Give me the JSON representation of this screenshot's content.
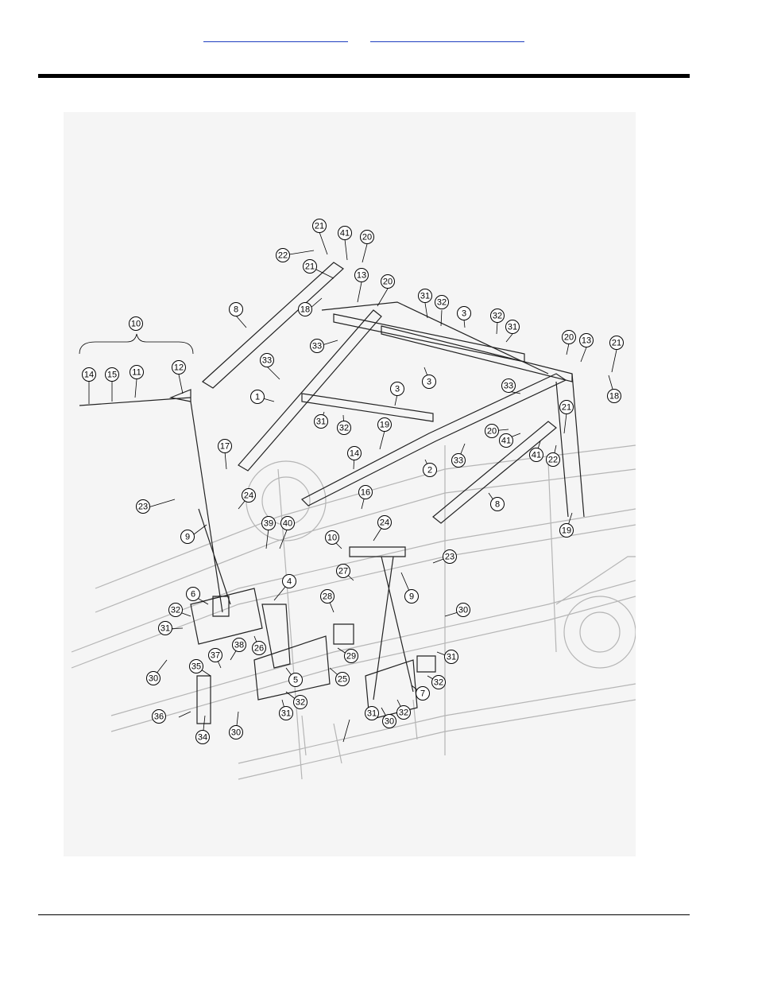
{
  "header": {
    "links": [
      {
        "label": ""
      },
      {
        "label": ""
      }
    ]
  },
  "diagram": {
    "bracket_label": "10",
    "callouts": [
      {
        "n": "21"
      },
      {
        "n": "41"
      },
      {
        "n": "20"
      },
      {
        "n": "22"
      },
      {
        "n": "21"
      },
      {
        "n": "13"
      },
      {
        "n": "20"
      },
      {
        "n": "18"
      },
      {
        "n": "8"
      },
      {
        "n": "31"
      },
      {
        "n": "32"
      },
      {
        "n": "3"
      },
      {
        "n": "32"
      },
      {
        "n": "31"
      },
      {
        "n": "33"
      },
      {
        "n": "20"
      },
      {
        "n": "13"
      },
      {
        "n": "21"
      },
      {
        "n": "3"
      },
      {
        "n": "18"
      },
      {
        "n": "33"
      },
      {
        "n": "3"
      },
      {
        "n": "33"
      },
      {
        "n": "14"
      },
      {
        "n": "15"
      },
      {
        "n": "11"
      },
      {
        "n": "12"
      },
      {
        "n": "1"
      },
      {
        "n": "31"
      },
      {
        "n": "32"
      },
      {
        "n": "19"
      },
      {
        "n": "20"
      },
      {
        "n": "41"
      },
      {
        "n": "21"
      },
      {
        "n": "41"
      },
      {
        "n": "22"
      },
      {
        "n": "2"
      },
      {
        "n": "33"
      },
      {
        "n": "17"
      },
      {
        "n": "14"
      },
      {
        "n": "16"
      },
      {
        "n": "23"
      },
      {
        "n": "24"
      },
      {
        "n": "8"
      },
      {
        "n": "9"
      },
      {
        "n": "19"
      },
      {
        "n": "39"
      },
      {
        "n": "40"
      },
      {
        "n": "24"
      },
      {
        "n": "10"
      },
      {
        "n": "23"
      },
      {
        "n": "27"
      },
      {
        "n": "4"
      },
      {
        "n": "9"
      },
      {
        "n": "6"
      },
      {
        "n": "28"
      },
      {
        "n": "32"
      },
      {
        "n": "30"
      },
      {
        "n": "31"
      },
      {
        "n": "38"
      },
      {
        "n": "26"
      },
      {
        "n": "29"
      },
      {
        "n": "37"
      },
      {
        "n": "31"
      },
      {
        "n": "30"
      },
      {
        "n": "35"
      },
      {
        "n": "25"
      },
      {
        "n": "5"
      },
      {
        "n": "32"
      },
      {
        "n": "7"
      },
      {
        "n": "32"
      },
      {
        "n": "36"
      },
      {
        "n": "31"
      },
      {
        "n": "32"
      },
      {
        "n": "30"
      },
      {
        "n": "31"
      },
      {
        "n": "34"
      },
      {
        "n": "30"
      }
    ]
  }
}
